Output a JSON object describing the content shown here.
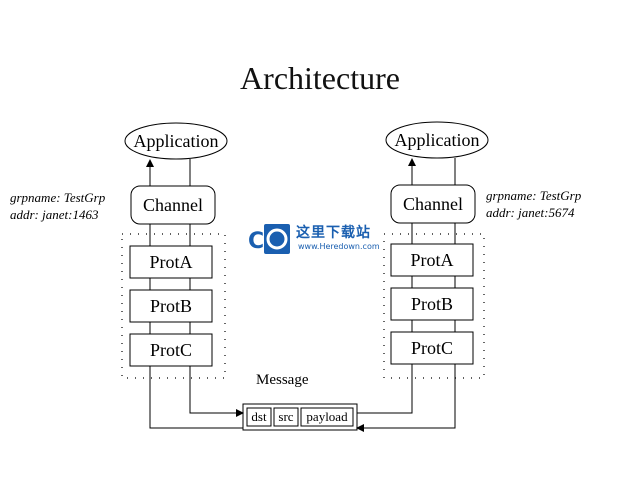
{
  "title": "Architecture",
  "left_stack": {
    "application": "Application",
    "channel": "Channel",
    "prot_a": "ProtA",
    "prot_b": "ProtB",
    "prot_c": "ProtC",
    "grpname": "grpname: TestGrp",
    "addr": "addr: janet:1463"
  },
  "right_stack": {
    "application": "Application",
    "channel": "Channel",
    "prot_a": "ProtA",
    "prot_b": "ProtB",
    "prot_c": "ProtC",
    "grpname": "grpname: TestGrp",
    "addr": "addr: janet:5674"
  },
  "message": {
    "label": "Message",
    "fields": [
      "dst",
      "src",
      "payload"
    ]
  },
  "watermark": {
    "logo": "C",
    "text": "这里下载站",
    "url": "www.Heredown.com"
  }
}
